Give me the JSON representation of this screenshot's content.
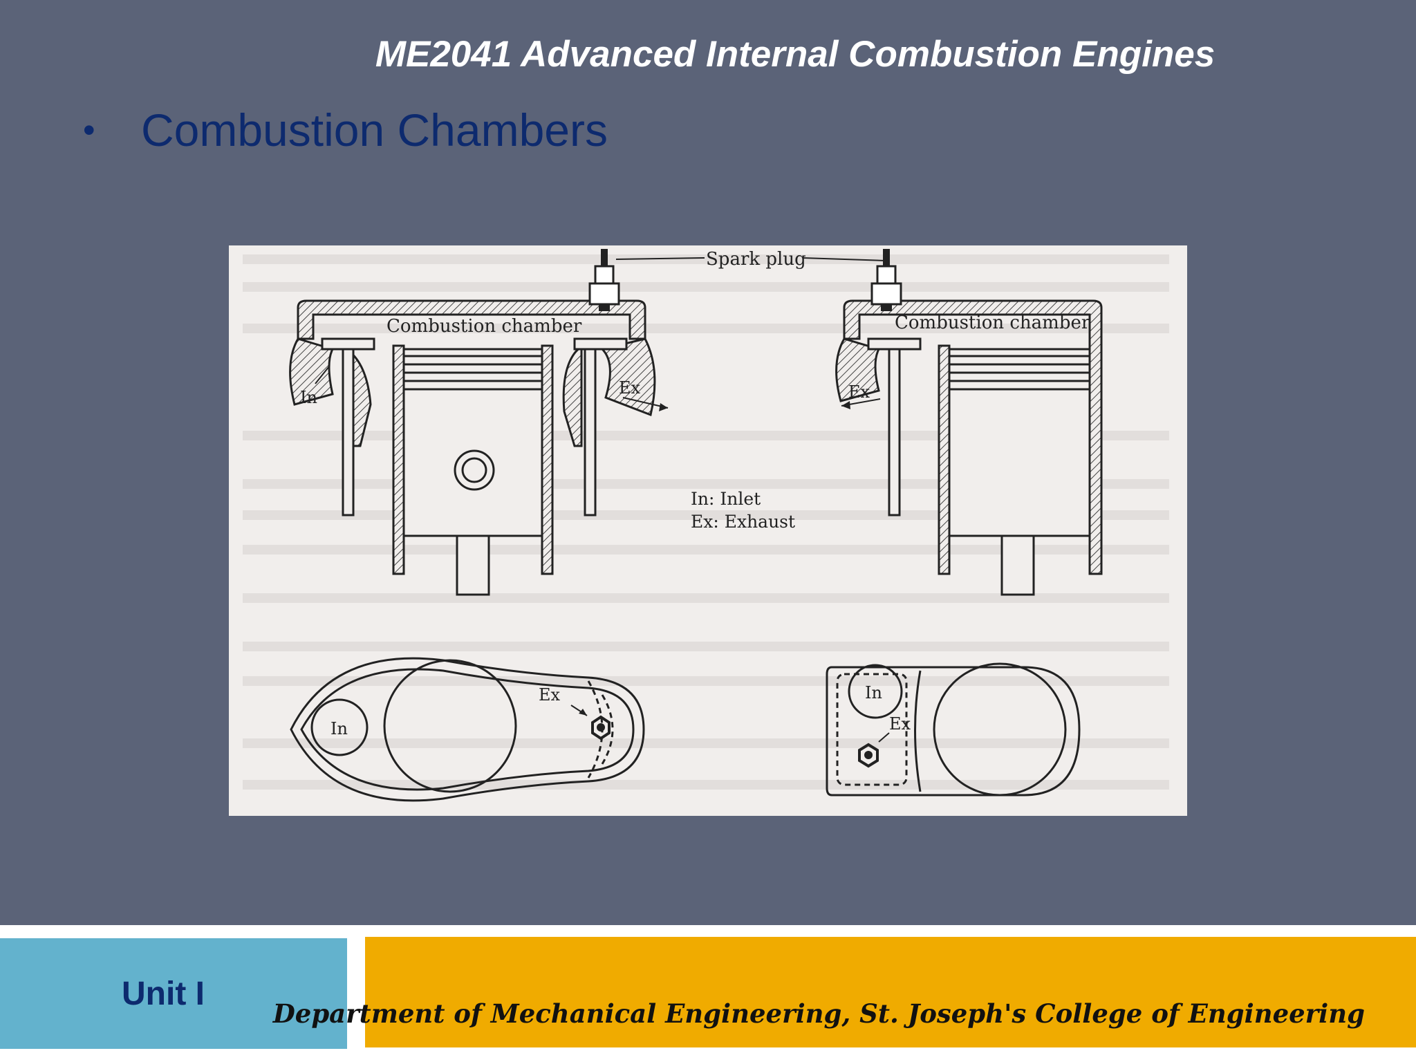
{
  "header": {
    "course_title": "ME2041 Advanced Internal Combustion Engines"
  },
  "content": {
    "bullet": "Combustion Chambers"
  },
  "figure": {
    "spark_plug": "Spark plug",
    "chamber_left": "Combustion chamber",
    "chamber_right": "Combustion chamber",
    "in_label": "In",
    "ex_label": "Ex",
    "legend_in": "In: Inlet",
    "legend_ex": "Ex: Exhaust"
  },
  "footer": {
    "unit": "Unit I",
    "department": "Department of Mechanical Engineering, St. Joseph's College of Engineering"
  }
}
